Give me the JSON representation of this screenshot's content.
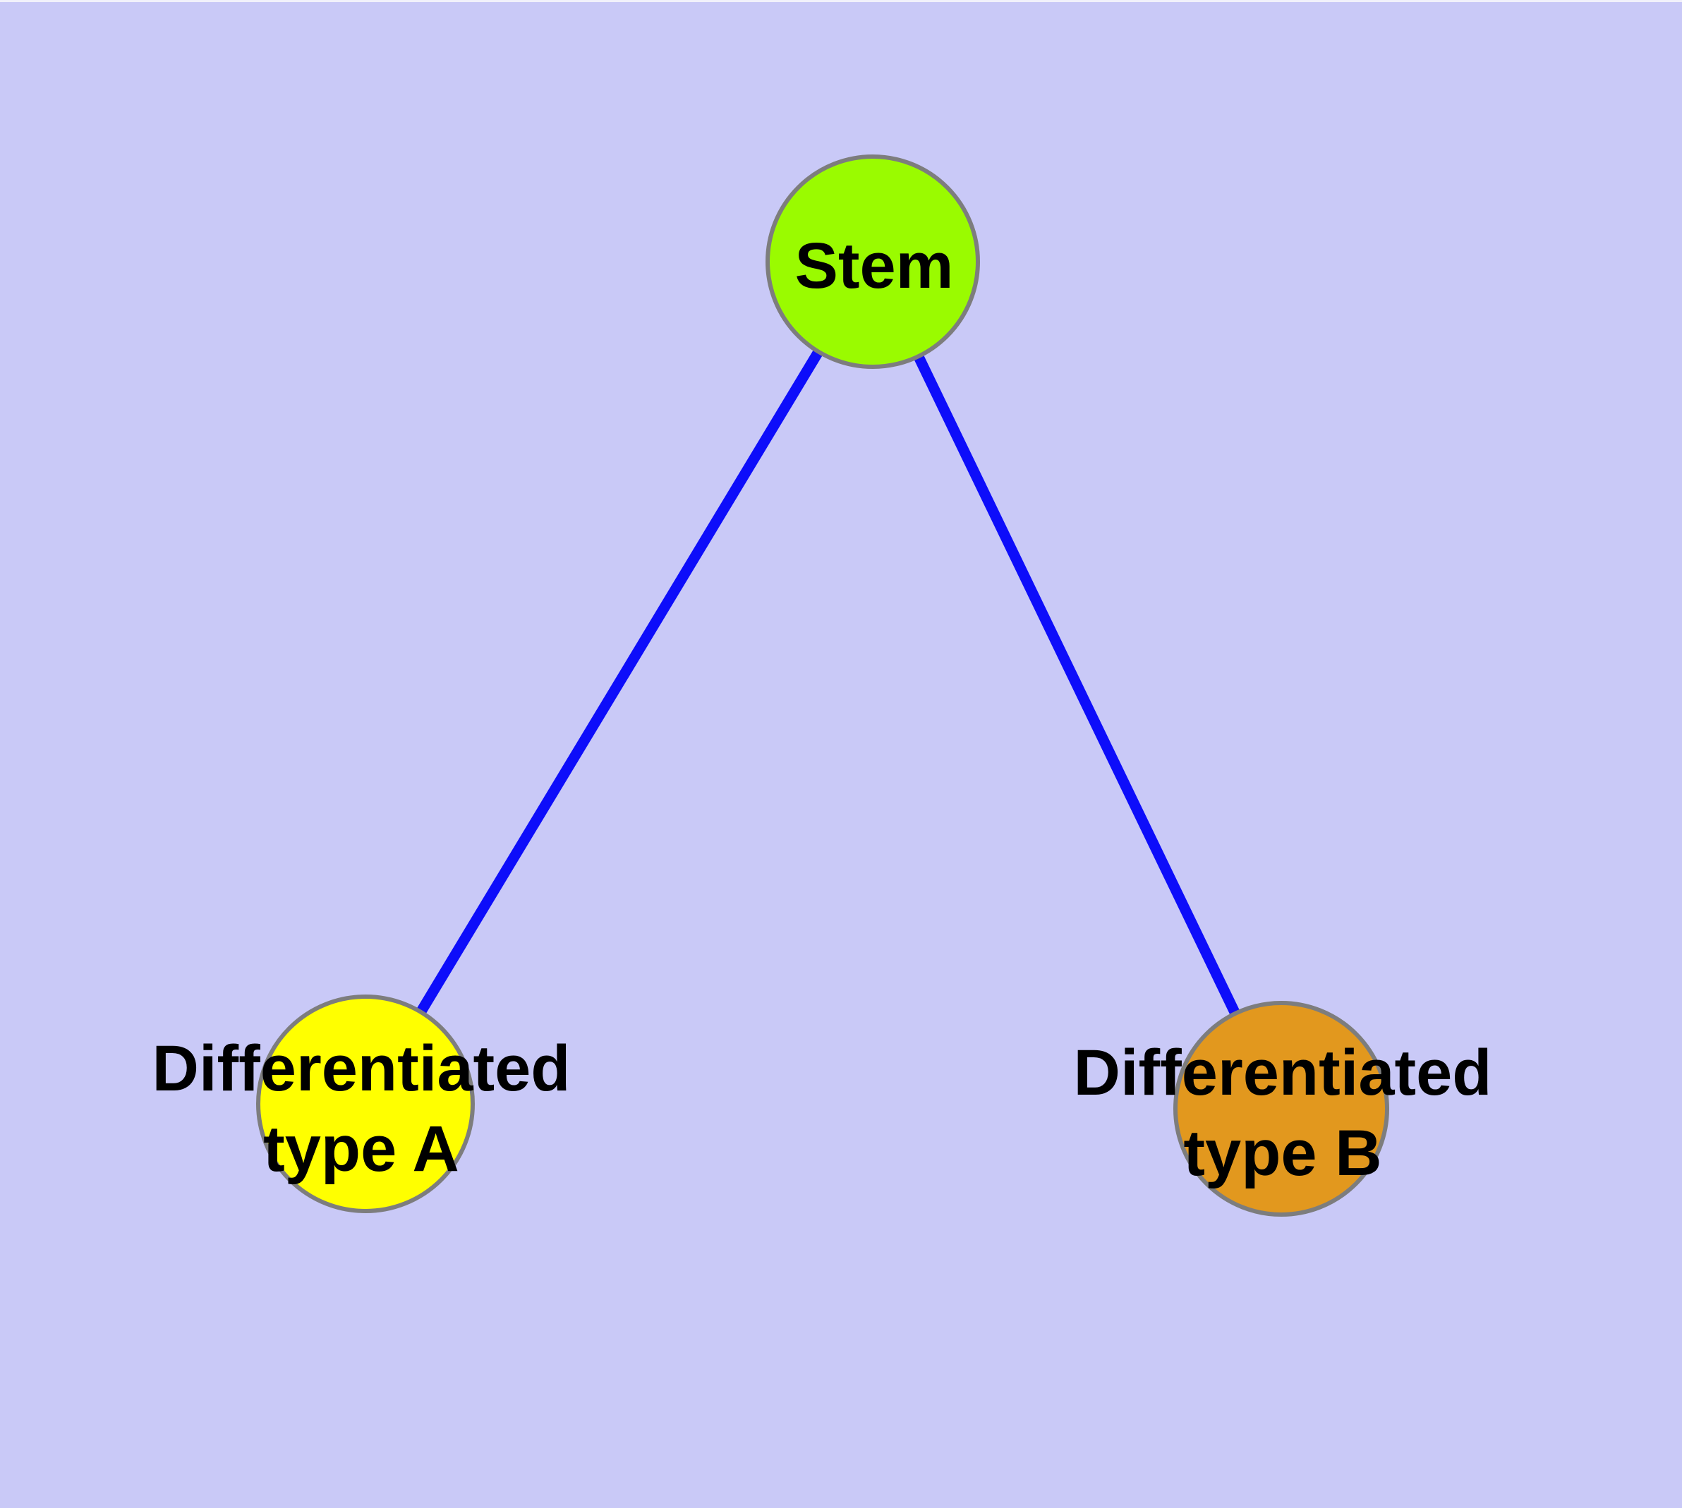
{
  "canvas": {
    "background": "#C9C9F7",
    "top_edge_highlight": "#F1F1FB"
  },
  "graph": {
    "edge_color": "#0D0DFA",
    "node_border_color": "#7D7D7D",
    "label_color": "#000000",
    "nodes": {
      "stem": {
        "label": "Stem",
        "fill": "#9AFB00"
      },
      "type_a": {
        "label_line1": "Differentiated",
        "label_line2": "type A",
        "fill": "#FFFF00"
      },
      "type_b": {
        "label_line1": "Differentiated",
        "label_line2": "type B",
        "fill": "#E2981E"
      }
    },
    "edges": [
      {
        "from": "Stem",
        "to": "Differentiated type A"
      },
      {
        "from": "Stem",
        "to": "Differentiated type B"
      }
    ]
  }
}
